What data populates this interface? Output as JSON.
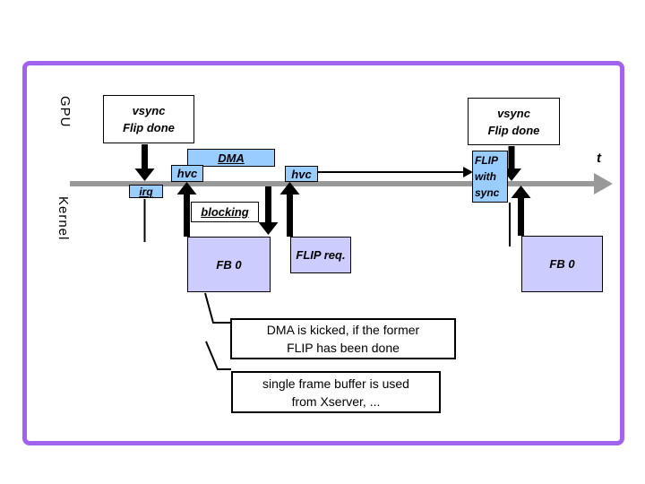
{
  "lanes": {
    "gpu": "GPU",
    "kernel": "Kernel"
  },
  "timeline": {
    "axis_label": "t"
  },
  "gpu_events": {
    "vsync_left": "vsync\nFlip done",
    "vsync_right": "vsync\nFlip done",
    "dma": "DMA"
  },
  "kernel_events": {
    "irq": "irq",
    "hvc_first": "hvc",
    "hvc_second": "hvc",
    "blocking": "blocking",
    "flip_with_sync": "FLIP\nwith\nsync",
    "fb0_left": "FB 0",
    "flip_req": "FLIP req.",
    "fb0_right": "FB 0"
  },
  "callouts": {
    "dma_kicked": "DMA is kicked, if the former\nFLIP has been done",
    "single_buffer": "single frame buffer is used\nfrom Xserver, ..."
  },
  "colors": {
    "event_blue": "#99CCFF",
    "buffer_lavender": "#CCCCFF",
    "timeline_gray": "#999999",
    "frame_border_purple": "#A362ED"
  }
}
